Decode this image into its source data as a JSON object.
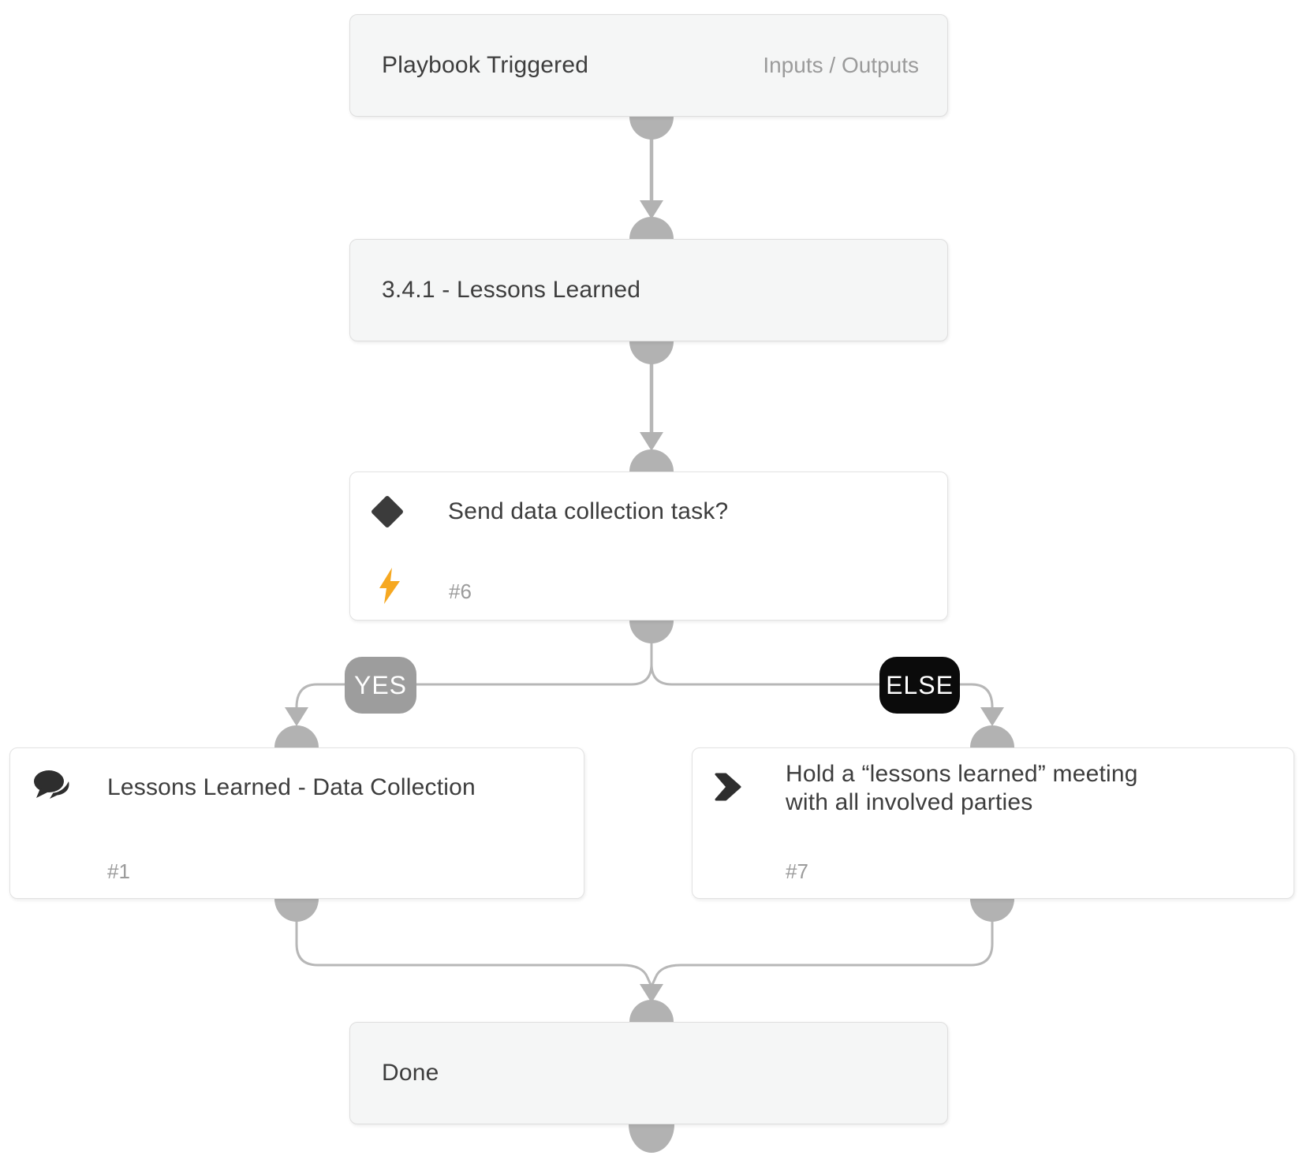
{
  "playbook": {
    "nodes": {
      "trigger": {
        "title": "Playbook Triggered",
        "io_link": "Inputs / Outputs"
      },
      "section": {
        "title": "3.4.1 - Lessons Learned"
      },
      "condition": {
        "title": "Send data collection task?",
        "task_id": "#6"
      },
      "yes_task": {
        "title": "Lessons Learned - Data Collection",
        "task_id": "#1"
      },
      "else_task": {
        "title": "Hold a “lessons learned” meeting with all involved parties",
        "task_id": "#7"
      },
      "done": {
        "title": "Done"
      }
    },
    "branch_labels": {
      "yes": "YES",
      "else": "ELSE"
    },
    "icons": {
      "condition": "diamond-icon",
      "automation": "lightning-bolt-icon",
      "data_collection": "chat-bubbles-icon",
      "manual_task": "chevron-right-icon"
    },
    "colors": {
      "section_node_bg": "#f5f6f6",
      "task_node_bg": "#ffffff",
      "connector": "#b7b7b7",
      "yes_badge_bg": "#9d9d9d",
      "else_badge_bg": "#0b0b0b",
      "bolt_accent": "#f6a821",
      "icon_dark": "#2e2e2e",
      "title_text": "#3d3d3d",
      "muted_text": "#9b9b9b"
    }
  }
}
